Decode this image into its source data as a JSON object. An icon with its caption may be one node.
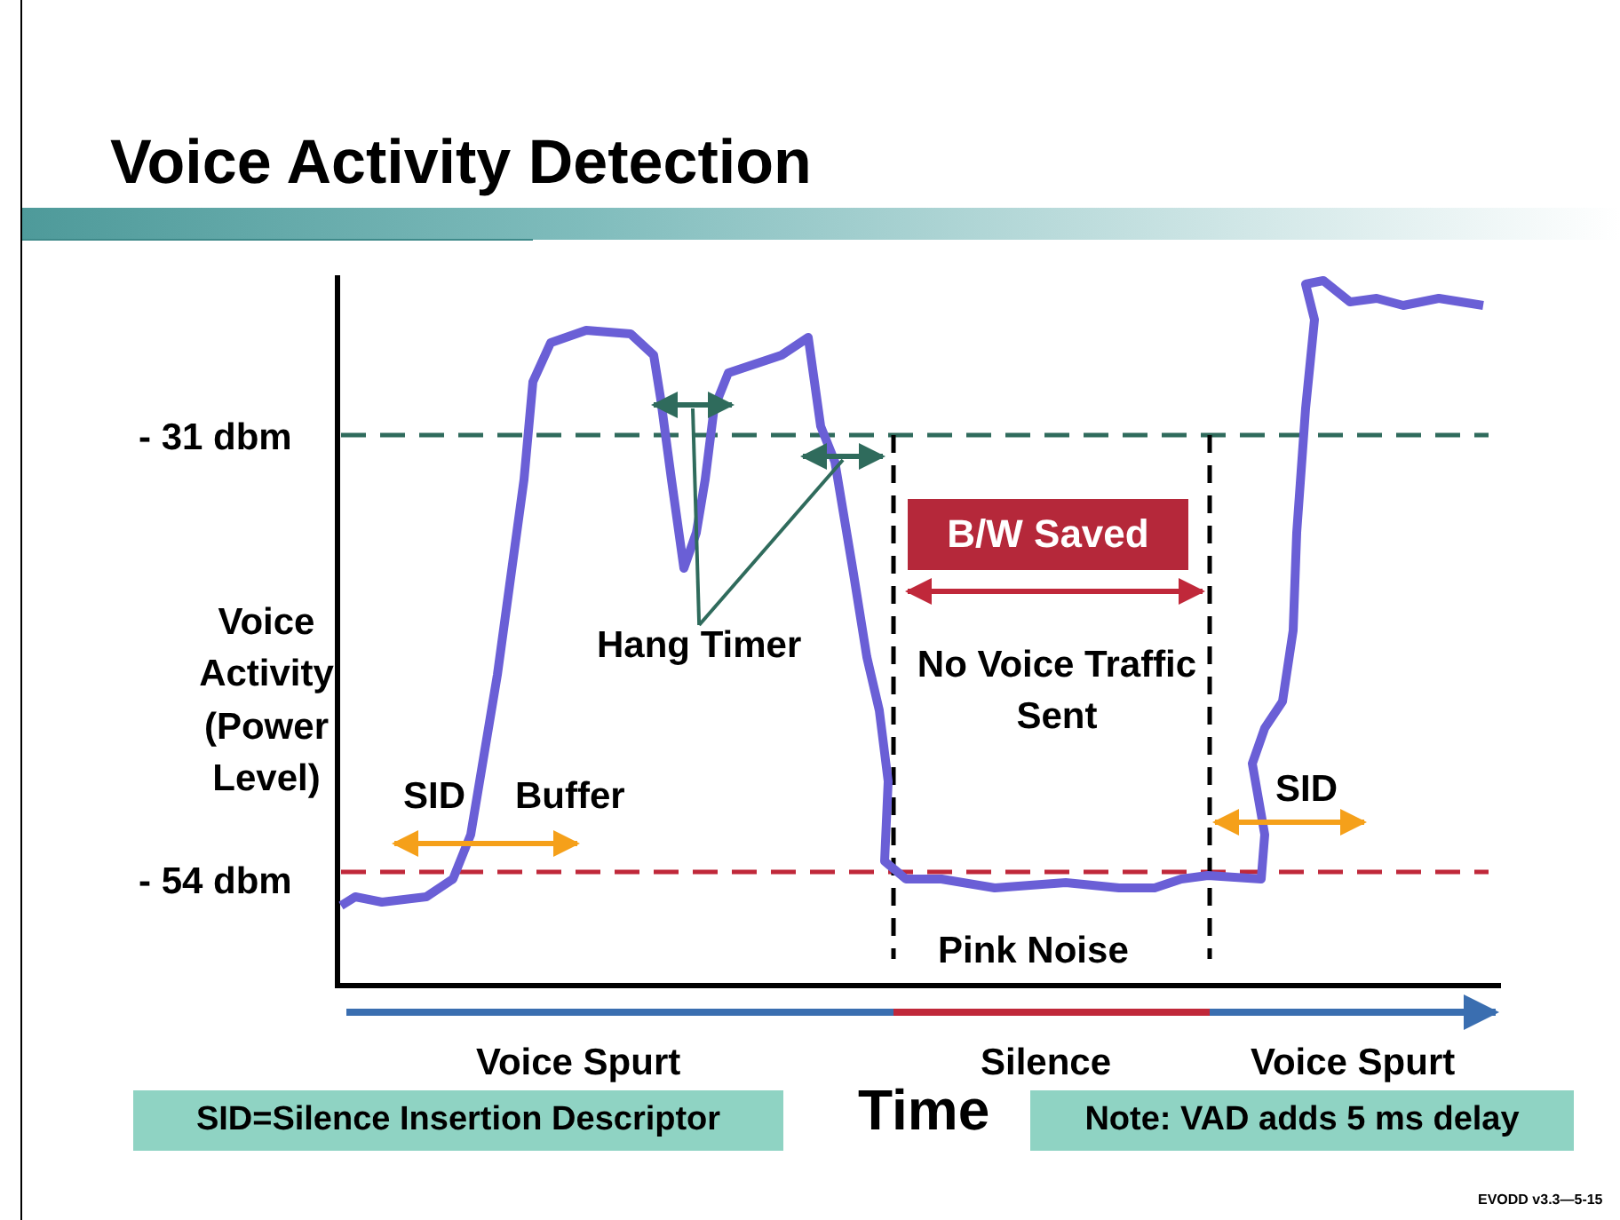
{
  "diagram": {
    "title": "Voice Activity Detection",
    "nodes": [
      {
        "text": [
          "B/W  Saved"
        ]
      },
      {
        "text": [
          "SID=Silence Insertion Descriptor"
        ]
      },
      {
        "text": [
          "Note: VAD adds 5 ms delay"
        ]
      },
      {
        "text": [
          "Hang Timer"
        ]
      },
      {
        "text": [],
        "shape": "arrow"
      },
      {
        "text": [],
        "shape": "arrow"
      }
    ],
    "edges": [
      {
        "from": 3,
        "to": 4,
        "arrow": "none"
      },
      {
        "from": 3,
        "to": 5,
        "arrow": "none"
      }
    ],
    "labels": [
      "- 31 dbm",
      "Voice Activity (Power Level)",
      "No Voice Traffic Sent",
      "SID",
      "Buffer",
      "SID",
      "- 54 dbm",
      "Pink Noise",
      "Voice  Spurt",
      "Silence",
      "Voice  Spurt",
      "Time",
      "EVODD v3.3—5-15"
    ]
  }
}
